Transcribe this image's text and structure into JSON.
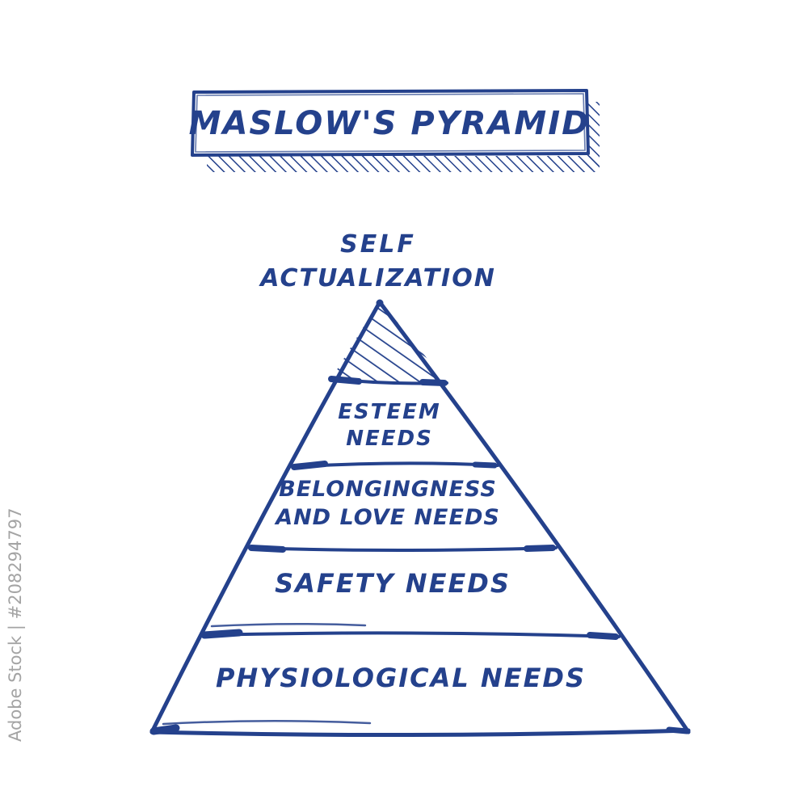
{
  "title": {
    "text": "MASLOW'S PYRAMID"
  },
  "pyramid": {
    "top_label": {
      "line1": "SELF",
      "line2": "ACTUALIZATION"
    },
    "levels": [
      {
        "line1": "ESTEEM",
        "line2": "NEEDS"
      },
      {
        "line1": "BELONGINGNESS",
        "line2": "AND LOVE NEEDS"
      },
      {
        "line1": "SAFETY NEEDS",
        "line2": ""
      },
      {
        "line1": "PHYSIOLOGICAL NEEDS",
        "line2": ""
      }
    ]
  },
  "watermark": {
    "text": "Adobe Stock | #208294797"
  },
  "colors": {
    "ink": "#24418c",
    "watermark": "#9b9b9b",
    "background": "#ffffff"
  },
  "chart_data": {
    "type": "pyramid",
    "title": "MASLOW'S PYRAMID",
    "levels_top_to_bottom": [
      "SELF ACTUALIZATION",
      "ESTEEM NEEDS",
      "BELONGINGNESS AND LOVE NEEDS",
      "SAFETY NEEDS",
      "PHYSIOLOGICAL NEEDS"
    ]
  }
}
